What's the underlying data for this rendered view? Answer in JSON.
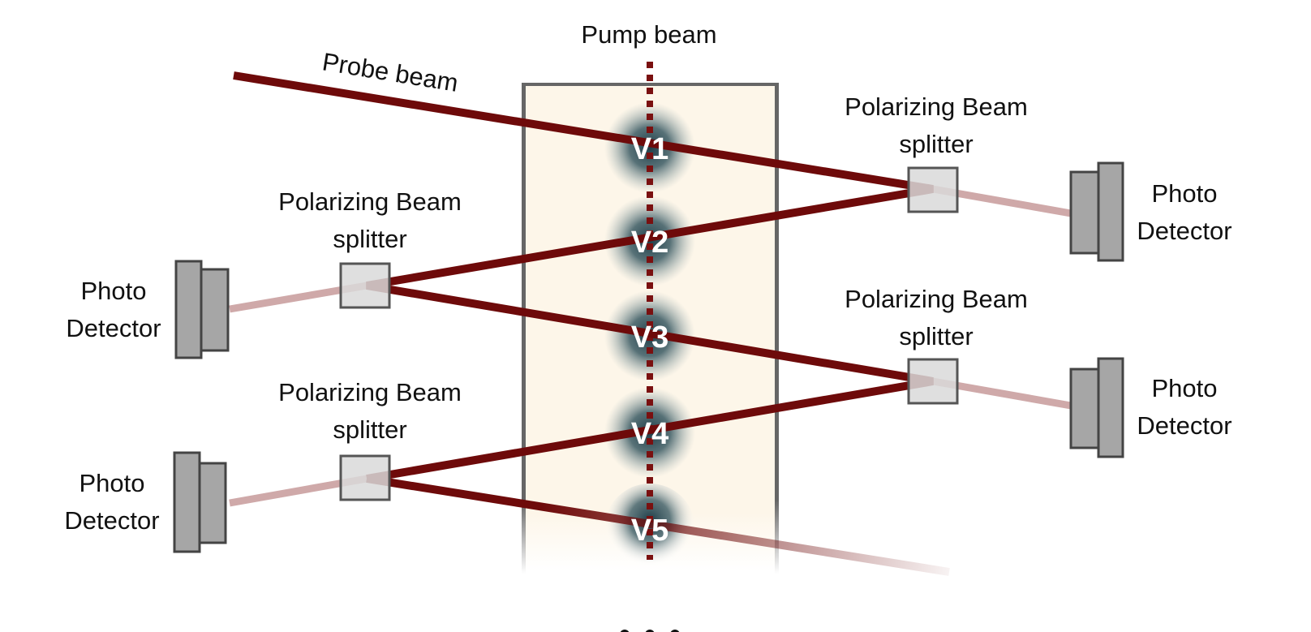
{
  "labels": {
    "pump_beam": "Pump beam",
    "probe_beam": "Probe beam",
    "pbs_line1": "Polarizing Beam",
    "pbs_line2": "splitter",
    "pd_line1": "Photo",
    "pd_line2": "Detector",
    "continuation": "..."
  },
  "voxels": [
    "V1",
    "V2",
    "V3",
    "V4",
    "V5"
  ],
  "colors": {
    "probe": "#6e0a0a",
    "output": "#cfa9a9",
    "pump": "#7a1010",
    "cell_fill": "#fdf5e6",
    "cell_border": "#666666",
    "voxel": "#2c4a55",
    "pbs_fill": "#d9d9d9",
    "detector_fill": "#a6a6a6"
  }
}
